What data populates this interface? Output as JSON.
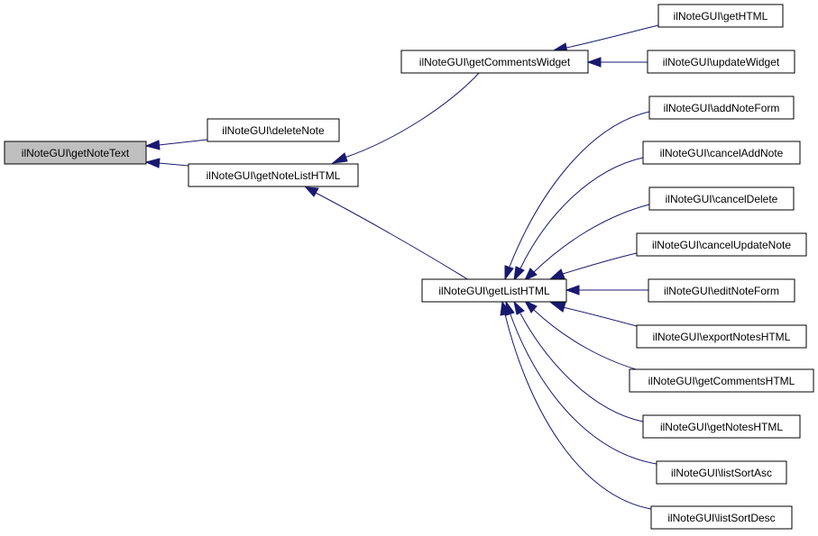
{
  "colors": {
    "edge": "#191970",
    "root_fill": "#bfbfbf",
    "node_fill": "#ffffff",
    "node_border": "#000000"
  },
  "nodes": {
    "getNoteText": "ilNoteGUI\\getNoteText",
    "deleteNote": "ilNoteGUI\\deleteNote",
    "getNoteListHTML": "ilNoteGUI\\getNoteListHTML",
    "getCommentsWidget": "ilNoteGUI\\getCommentsWidget",
    "getHTML": "ilNoteGUI\\getHTML",
    "updateWidget": "ilNoteGUI\\updateWidget",
    "getListHTML": "ilNoteGUI\\getListHTML",
    "addNoteForm": "ilNoteGUI\\addNoteForm",
    "cancelAddNote": "ilNoteGUI\\cancelAddNote",
    "cancelDelete": "ilNoteGUI\\cancelDelete",
    "cancelUpdateNote": "ilNoteGUI\\cancelUpdateNote",
    "editNoteForm": "ilNoteGUI\\editNoteForm",
    "exportNotesHTML": "ilNoteGUI\\exportNotesHTML",
    "getCommentsHTML": "ilNoteGUI\\getCommentsHTML",
    "getNotesHTML": "ilNoteGUI\\getNotesHTML",
    "listSortAsc": "ilNoteGUI\\listSortAsc",
    "listSortDesc": "ilNoteGUI\\listSortDesc"
  }
}
